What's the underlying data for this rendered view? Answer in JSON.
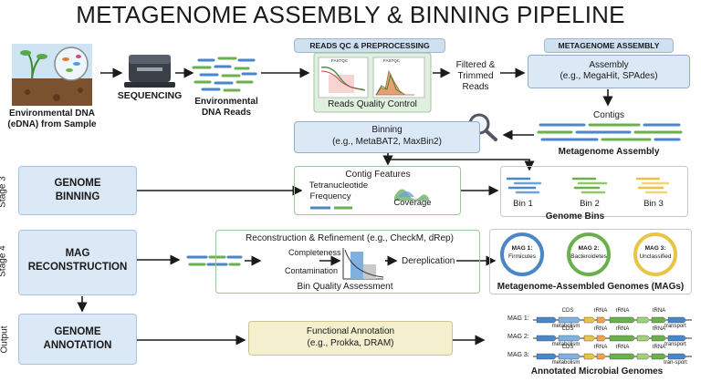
{
  "title": "METAGENOME ASSEMBLY & BINNING PIPELINE",
  "headers": {
    "qc": "READS QC & PREPROCESSING",
    "assembly": "METAGENOME ASSEMBLY"
  },
  "sample": {
    "line1": "Environmental DNA",
    "line2": "(eDNA) from Sample"
  },
  "sequencing": "SEQUENCING",
  "reads": {
    "line1": "Environmental",
    "line2": "DNA Reads"
  },
  "qc": {
    "fastqc_a": "FASTQC",
    "fastqc_b": "FASTQC",
    "label": "Reads Quality Control"
  },
  "filtered": {
    "line1": "Filtered &",
    "line2": "Trimmed",
    "line3": "Reads"
  },
  "assembly": {
    "line1": "Assembly",
    "line2": "(e.g., MegaHit, SPAdes)"
  },
  "contigs": {
    "label": "Contigs",
    "caption": "Metagenome Assembly"
  },
  "binning": {
    "line1": "Binning",
    "line2": "(e.g., MetaBAT2, MaxBin2)"
  },
  "stages": {
    "s3": {
      "side": "Stage 3",
      "line1": "GENOME",
      "line2": "BINNING"
    },
    "s4": {
      "side": "Stage 4",
      "line1": "MAG",
      "line2": "RECONSTRUCTION"
    },
    "out": {
      "side": "Output",
      "line1": "GENOME",
      "line2": "ANNOTATION"
    }
  },
  "features": {
    "title": "Contig Features",
    "tnf1": "Tetranucleotide",
    "tnf2": "Frequency",
    "coverage": "Coverage"
  },
  "bins": {
    "b1": "Bin 1",
    "b2": "Bin 2",
    "b3": "Bin 3",
    "caption": "Genome Bins"
  },
  "refine": {
    "title": "Reconstruction & Refinement (e.g., CheckM, dRep)",
    "completeness": "Completeness",
    "contamination": "Contamination",
    "assessment": "Bin Quality Assessment",
    "dereplication": "Dereplication"
  },
  "mags": [
    {
      "name": "MAG 1:",
      "taxon": "Firmicutes",
      "color": "#4a86c8"
    },
    {
      "name": "MAG 2:",
      "taxon": "Bacteroidetes",
      "color": "#6ab04c"
    },
    {
      "name": "MAG 3:",
      "taxon": "Unclassified",
      "color": "#e8c547"
    }
  ],
  "mags_caption": "Metagenome-Assembled Genomes (MAGs)",
  "annotation": {
    "line1": "Functional Annotation",
    "line2": "(e.g., Prokka, DRAM)"
  },
  "genomes": [
    {
      "label": "MAG 1:",
      "t1": "CDS",
      "t2": "rRNA",
      "t3": "rRNA",
      "t4": "tRNA",
      "b1": "metabolism",
      "b2": "transport"
    },
    {
      "label": "MAG 2:",
      "t1": "CDS",
      "t2": "rRNA",
      "t3": "rRNA",
      "t4": "tRNA",
      "b1": "metabolism",
      "b2": "transport"
    },
    {
      "label": "MAG 3:",
      "t1": "CDS",
      "t2": "rRNA",
      "t3": "rRNA",
      "t4": "tRNA",
      "b1": "metabolism",
      "b2": "tran-sport"
    }
  ],
  "genomes_caption": "Annotated Microbial Genomes",
  "colors": {
    "blue": "#4a86c8",
    "green": "#6ab04c",
    "yellow": "#e8c547",
    "arrow": "#1a1a1a"
  }
}
